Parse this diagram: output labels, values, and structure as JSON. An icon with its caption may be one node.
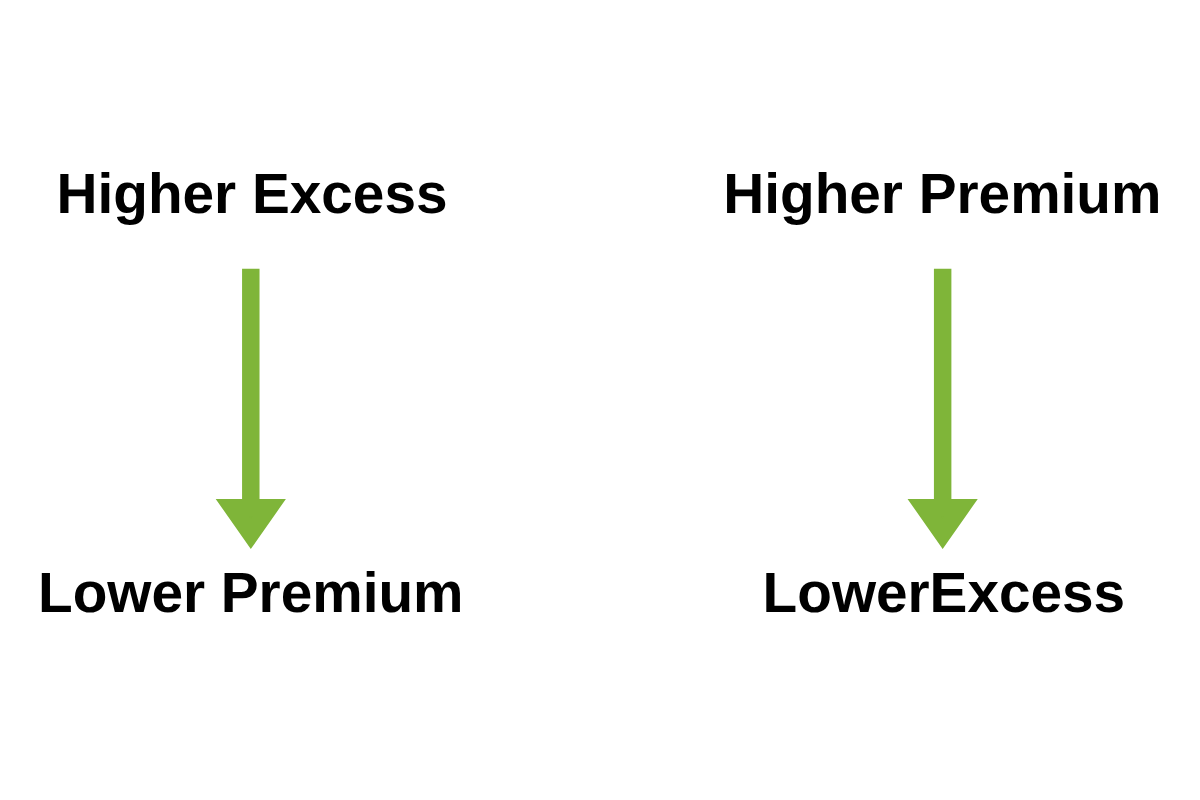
{
  "diagram": {
    "nodes": [
      {
        "text": [
          "Higher Excess"
        ]
      },
      {
        "text": [
          "Higher Premium"
        ]
      },
      {
        "text": [
          "Lower Premium"
        ]
      },
      {
        "text": [
          "LowerExcess"
        ]
      }
    ],
    "edges": [
      {
        "from": 0,
        "to": 2,
        "arrow": "to"
      },
      {
        "from": 1,
        "to": 3,
        "arrow": "to"
      }
    ]
  }
}
